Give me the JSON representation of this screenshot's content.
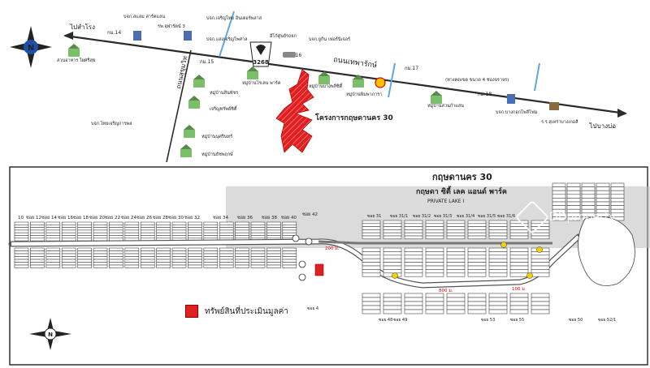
{
  "top_map": {
    "road_main": "ถนนเทพารักษ์",
    "route_sign": "3268",
    "project_label": "โครงการกฤษดานคร 30",
    "direction_left": "ไปสำโรง",
    "direction_right": "ไปบางบ่อ",
    "side_road": "ถนนสุขุมวิท",
    "km_markers": [
      "กม.14",
      "กม.15",
      "กม.16",
      "กม.17",
      "กม.18"
    ],
    "landmarks": [
      "สวนอาหาร ไผ่ศรีสุข",
      "บจก.สแลม สาร์ตแลน",
      "รพ.จุฬารัตน์ 3",
      "บจก.เจริญไทย อินเตอร์พลาส",
      "บจก.แสงเจริญไพศาล",
      "อีโก้ศูนย์รถยก",
      "บจก.ยูกิน เฟอร์นิเจอร์",
      "หมู่บ้านสินพัชร",
      "หมู่บ้านไรเลน พาร์ค",
      "หมู่บ้านบางพลีซิตี้",
      "หมู่บ้านพิมพาภารา",
      "(ทางคดเขต ขนาด 4 ช่องจราจร)",
      "หมู่บ้านสวนกำแสน",
      "บจก.บางกอกโพลีโฟม",
      "ร.ร.สุเหร่าบางเกอลี",
      "เจริญทรัพย์ซิตี้",
      "บจก.ไทยเจริญการพล",
      "หมู่บ้านนุศรินทร์",
      "หมู่บ้านธัชพฤกษ์"
    ]
  },
  "plan": {
    "logo_text": "กฤษดานคร 30",
    "title": "กฤษดา ซิตี้ เลค แอนด์ พาร์ค",
    "subtitle": "PRIVATE LAKE I",
    "soi_top": [
      "10",
      "ซอย 12",
      "ซอย 14",
      "ซอย 16",
      "ซอย 18",
      "ซอย 20",
      "ซอย 22",
      "ซอย 24",
      "ซอย 26",
      "ซอย 28",
      "ซอย 30",
      "ซอย 32",
      "ซอย 34",
      "ซอย 36",
      "ซอย 38",
      "ซอย 40",
      "ซอย 42"
    ],
    "soi_mid": [
      "ซอย 31",
      "ซอย 31/1",
      "ซอย 31/2",
      "ซอย 31/3",
      "ซอย 31/4",
      "ซอย 31/5",
      "ซอย 31/6"
    ],
    "soi_bottom": [
      "ซอย 4",
      "ซอย 48",
      "ซอย 49",
      "ซอย 53",
      "ซอย 55",
      "ซอย 50",
      "ซอย 52/1"
    ],
    "distance_labels": [
      "200 ม.",
      "100 ม.",
      "800 ม."
    ]
  },
  "legend": {
    "label": "ทรัพย์สินที่ประเมินมูลค่า",
    "color": "#e02020"
  },
  "watermark": "DDproperty",
  "compass_letter": "N"
}
